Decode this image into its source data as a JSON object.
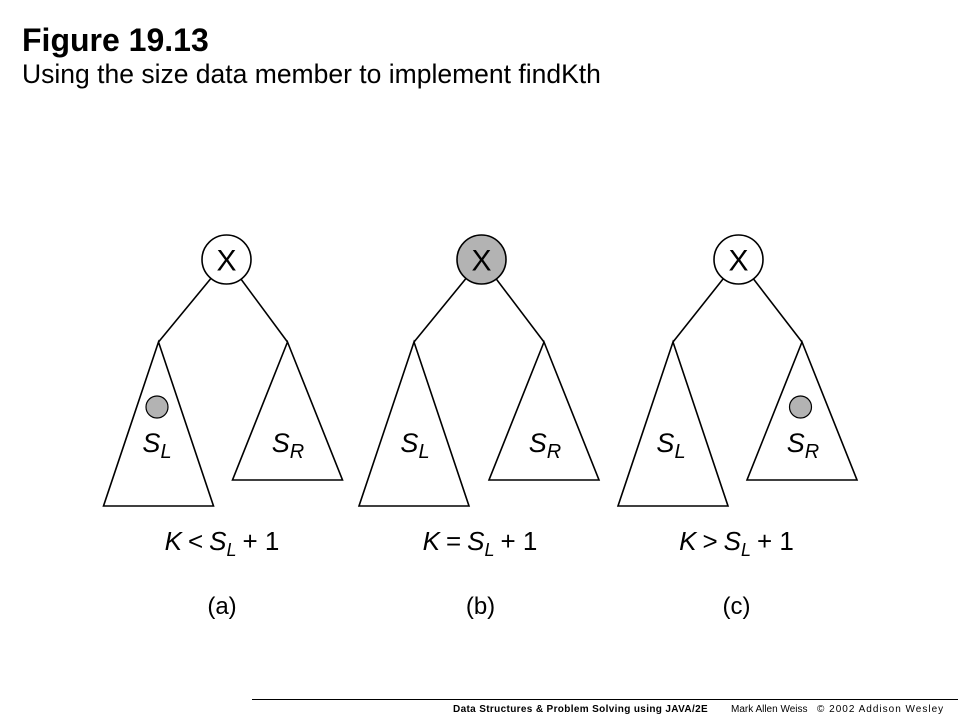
{
  "figure": {
    "title": "Figure 19.13",
    "subtitle": "Using the size data member to implement findKth"
  },
  "diagrams": [
    {
      "caption": "(a)",
      "root": "X",
      "root_highlighted": false,
      "left_subtree": {
        "name": "S",
        "sub": "L",
        "marked": true
      },
      "right_subtree": {
        "name": "S",
        "sub": "R",
        "marked": false
      },
      "condition": {
        "lhs": "K",
        "op": "<",
        "var": "S",
        "sub": "L",
        "rest": "+ 1"
      }
    },
    {
      "caption": "(b)",
      "root": "X",
      "root_highlighted": true,
      "left_subtree": {
        "name": "S",
        "sub": "L",
        "marked": false
      },
      "right_subtree": {
        "name": "S",
        "sub": "R",
        "marked": false
      },
      "condition": {
        "lhs": "K",
        "op": "=",
        "var": "S",
        "sub": "L",
        "rest": "+ 1"
      }
    },
    {
      "caption": "(c)",
      "root": "X",
      "root_highlighted": false,
      "left_subtree": {
        "name": "S",
        "sub": "L",
        "marked": false
      },
      "right_subtree": {
        "name": "S",
        "sub": "R",
        "marked": true
      },
      "condition": {
        "lhs": "K",
        "op": ">",
        "var": "S",
        "sub": "L",
        "rest": "+ 1"
      }
    }
  ],
  "footer": {
    "book": "Data Structures & Problem Solving using JAVA/2E",
    "author": "Mark Allen Weiss",
    "copyright": "© 2002 Addison Wesley"
  },
  "colors": {
    "highlight": "#b3b3b3",
    "background": "#ffffff",
    "outline": "#000000"
  }
}
